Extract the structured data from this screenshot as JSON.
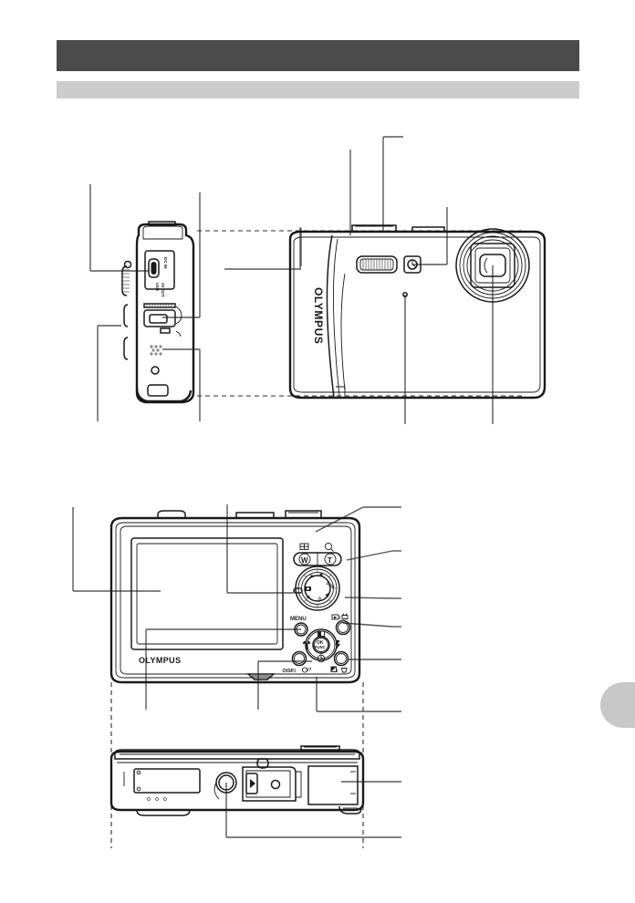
{
  "page": {
    "document_type": "camera-manual-parts-page",
    "header_band_color": "#4b4b4b",
    "subheader_band_color": "#cccccc",
    "page_tab_color": "#c8c8c8",
    "header_title": "",
    "subheader_title": ""
  },
  "figures": [
    {
      "id": "side-view",
      "name": "camera-side-view",
      "labels": [
        {
          "id": "dcin",
          "text": "DC IN",
          "orientation": "vertical"
        },
        {
          "id": "usb",
          "text": "USB",
          "orientation": "vertical"
        },
        {
          "id": "av-out",
          "text": "AV OUT",
          "orientation": "vertical"
        }
      ]
    },
    {
      "id": "front-view",
      "name": "camera-front-view",
      "labels": [
        {
          "id": "brand",
          "text": "OLYMPUS",
          "orientation": "vertical"
        }
      ]
    },
    {
      "id": "back-view",
      "name": "camera-back-view",
      "labels": [
        {
          "id": "zoom-wide",
          "text": "W",
          "orientation": "horizontal"
        },
        {
          "id": "zoom-tele",
          "text": "T",
          "orientation": "horizontal"
        },
        {
          "id": "menu",
          "text": "MENU",
          "orientation": "horizontal"
        },
        {
          "id": "ok-func",
          "text": "OK",
          "text2": "FUNC",
          "orientation": "horizontal"
        },
        {
          "id": "disp-guide",
          "text": "DISP./",
          "orientation": "horizontal"
        },
        {
          "id": "brand",
          "text": "OLYMPUS",
          "orientation": "horizontal"
        }
      ],
      "icons": [
        {
          "id": "index-thumbnail-icon",
          "name": "index-thumbnail-icon"
        },
        {
          "id": "magnify-icon",
          "name": "magnify-icon"
        },
        {
          "id": "mode-dial",
          "name": "mode-dial"
        },
        {
          "id": "playback-print-icon",
          "name": "playback-print-icon"
        },
        {
          "id": "exposure-comp-icon",
          "name": "exposure-compensation-icon"
        },
        {
          "id": "macro-icon",
          "name": "macro-flower-icon"
        },
        {
          "id": "flash-icon",
          "name": "flash-bolt-icon"
        },
        {
          "id": "self-timer-icon",
          "name": "self-timer-clock-icon"
        },
        {
          "id": "shadow-adjust-icon",
          "name": "shadow-adjustment-icon"
        },
        {
          "id": "erase-icon",
          "name": "erase-trash-icon"
        }
      ]
    },
    {
      "id": "bottom-view",
      "name": "camera-bottom-view",
      "labels": []
    }
  ],
  "callouts": {
    "side_view": [
      {
        "id": "so-1",
        "target": "multi-connector"
      },
      {
        "id": "so-2",
        "target": "connector-cover"
      },
      {
        "id": "so-3",
        "target": "speaker"
      },
      {
        "id": "so-4",
        "target": "strap-eyelet"
      }
    ],
    "front_view": [
      {
        "id": "fr-1",
        "target": "flash"
      },
      {
        "id": "fr-2",
        "target": "self-timer-lamp"
      },
      {
        "id": "fr-3",
        "target": "shutter-button"
      },
      {
        "id": "fr-4",
        "target": "power-button"
      },
      {
        "id": "fr-5",
        "target": "lens"
      },
      {
        "id": "fr-6",
        "target": "microphone"
      }
    ],
    "back_view": [
      {
        "id": "bk-1",
        "target": "lcd-monitor"
      },
      {
        "id": "bk-2",
        "target": "indicator-lamp"
      },
      {
        "id": "bk-3",
        "target": "zoom-buttons"
      },
      {
        "id": "bk-4",
        "target": "mode-dial"
      },
      {
        "id": "bk-5",
        "target": "playback-print-button"
      },
      {
        "id": "bk-6",
        "target": "arrow-pad"
      },
      {
        "id": "bk-7",
        "target": "ok-func-button"
      },
      {
        "id": "bk-8",
        "target": "shadow-adjust-button"
      },
      {
        "id": "bk-9",
        "target": "menu-button"
      },
      {
        "id": "bk-10",
        "target": "disp-guide-button"
      },
      {
        "id": "bk-11",
        "target": "self-timer-button"
      },
      {
        "id": "bk-12",
        "target": "battery-card-compartment-cover"
      }
    ],
    "bottom_view": [
      {
        "id": "bt-1",
        "target": "tripod-socket"
      },
      {
        "id": "bt-2",
        "target": "battery-card-cover"
      }
    ]
  }
}
